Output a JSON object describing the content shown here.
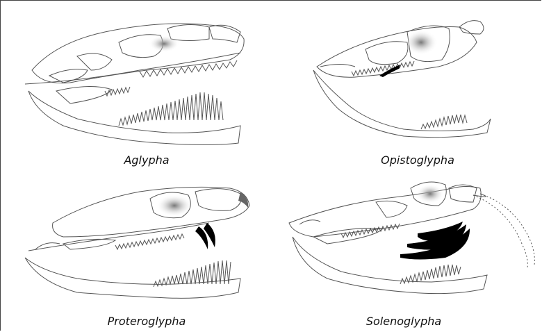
{
  "figure": {
    "panels": [
      {
        "caption": "Aglypha"
      },
      {
        "caption": "Opistoglypha"
      },
      {
        "caption": "Proteroglypha"
      },
      {
        "caption": "Solenoglypha"
      }
    ]
  }
}
